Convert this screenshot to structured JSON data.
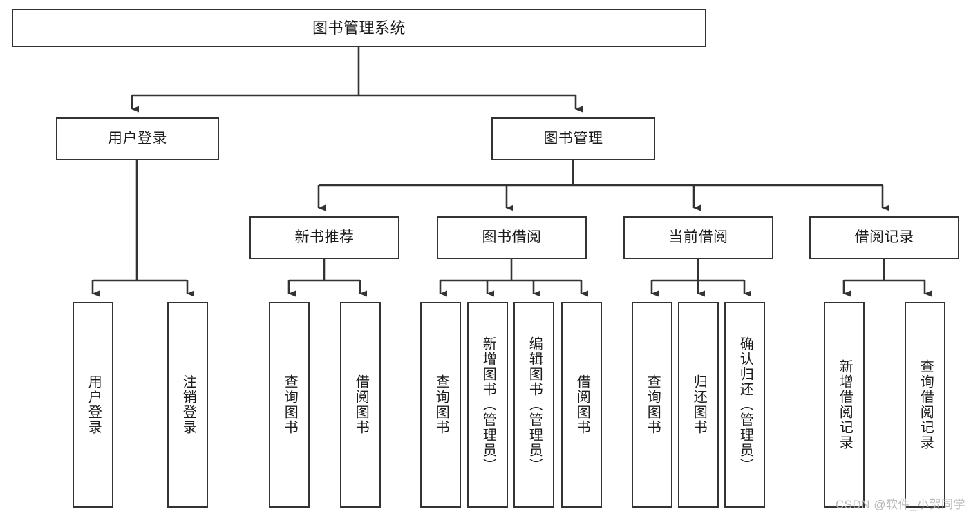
{
  "diagram": {
    "title": "图书管理系统",
    "type": "tree",
    "watermark": "CSDN @软件_小贺同学",
    "colors": {
      "box_stroke": "#333333",
      "box_fill": "#ffffff",
      "edge": "#333333",
      "text": "#1b1b1b",
      "watermark": "#b9b9b9"
    },
    "levels": {
      "root": {
        "label": "图书管理系统"
      },
      "level2": [
        {
          "label": "用户登录"
        },
        {
          "label": "图书管理"
        }
      ],
      "level3": [
        {
          "label": "新书推荐"
        },
        {
          "label": "图书借阅"
        },
        {
          "label": "当前借阅"
        },
        {
          "label": "借阅记录"
        }
      ],
      "leaves": {
        "user_login": [
          {
            "label": "用户登录"
          },
          {
            "label": "注销登录"
          }
        ],
        "new_book_recommend": [
          {
            "label": "查询图书"
          },
          {
            "label": "借阅图书"
          }
        ],
        "book_borrow": [
          {
            "label": "查询图书"
          },
          {
            "label": "新增图书（管理员）"
          },
          {
            "label": "编辑图书（管理员）"
          },
          {
            "label": "借阅图书"
          }
        ],
        "current_borrow": [
          {
            "label": "查询图书"
          },
          {
            "label": "归还图书"
          },
          {
            "label": "确认归还（管理员）"
          }
        ],
        "borrow_record": [
          {
            "label": "新增借阅记录"
          },
          {
            "label": "查询借阅记录"
          }
        ]
      }
    }
  }
}
